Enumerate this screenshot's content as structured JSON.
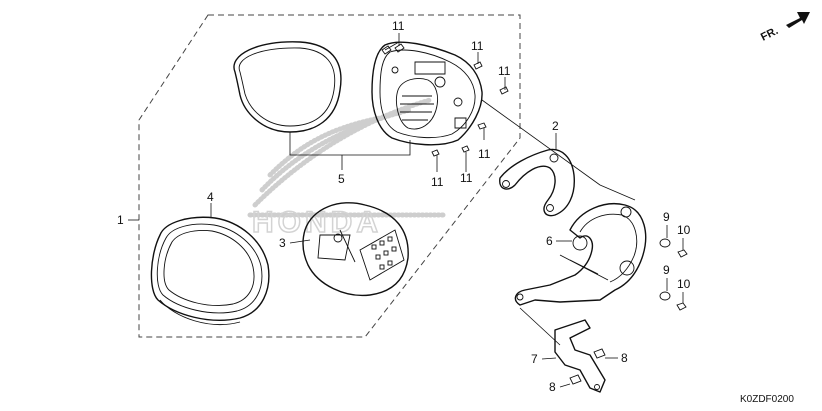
{
  "diagram": {
    "code": "K0ZDF0200",
    "direction": "FR.",
    "callouts": {
      "c1": "1",
      "c2": "2",
      "c3": "3",
      "c4": "4",
      "c5": "5",
      "c6": "6",
      "c7": "7",
      "c8a": "8",
      "c8b": "8",
      "c9a": "9",
      "c9b": "9",
      "c10a": "10",
      "c10b": "10",
      "c11a": "11",
      "c11b": "11",
      "c11c": "11",
      "c11d": "11",
      "c11e": "11",
      "c11f": "11"
    },
    "watermark_text": "HONDA"
  }
}
